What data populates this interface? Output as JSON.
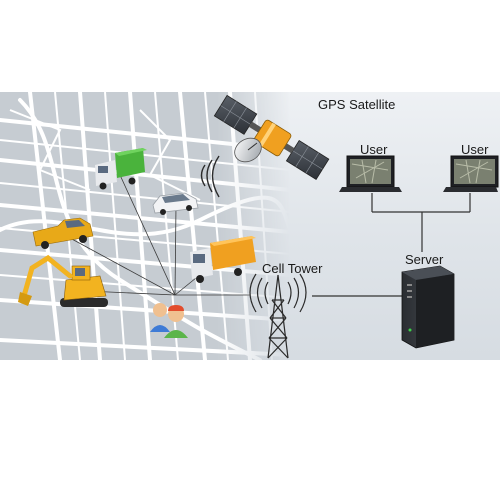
{
  "labels": {
    "gps_satellite": "GPS Satellite",
    "user_1": "User",
    "user_2": "User",
    "server": "Server",
    "cell_tower": "Cell Tower"
  },
  "colors": {
    "map_road": "#ffffff",
    "map_block": "#c8cdd3",
    "truck_green": "#4ab33c",
    "truck_orange": "#f0a020",
    "pickup_yellow": "#e8a918",
    "excavator_yellow": "#f2b320",
    "connector_line": "#333333"
  },
  "icons": {
    "satellite": "satellite-icon",
    "laptop": "laptop-icon",
    "server": "server-tower-icon",
    "tower": "cell-tower-icon",
    "people": "people-icon"
  }
}
